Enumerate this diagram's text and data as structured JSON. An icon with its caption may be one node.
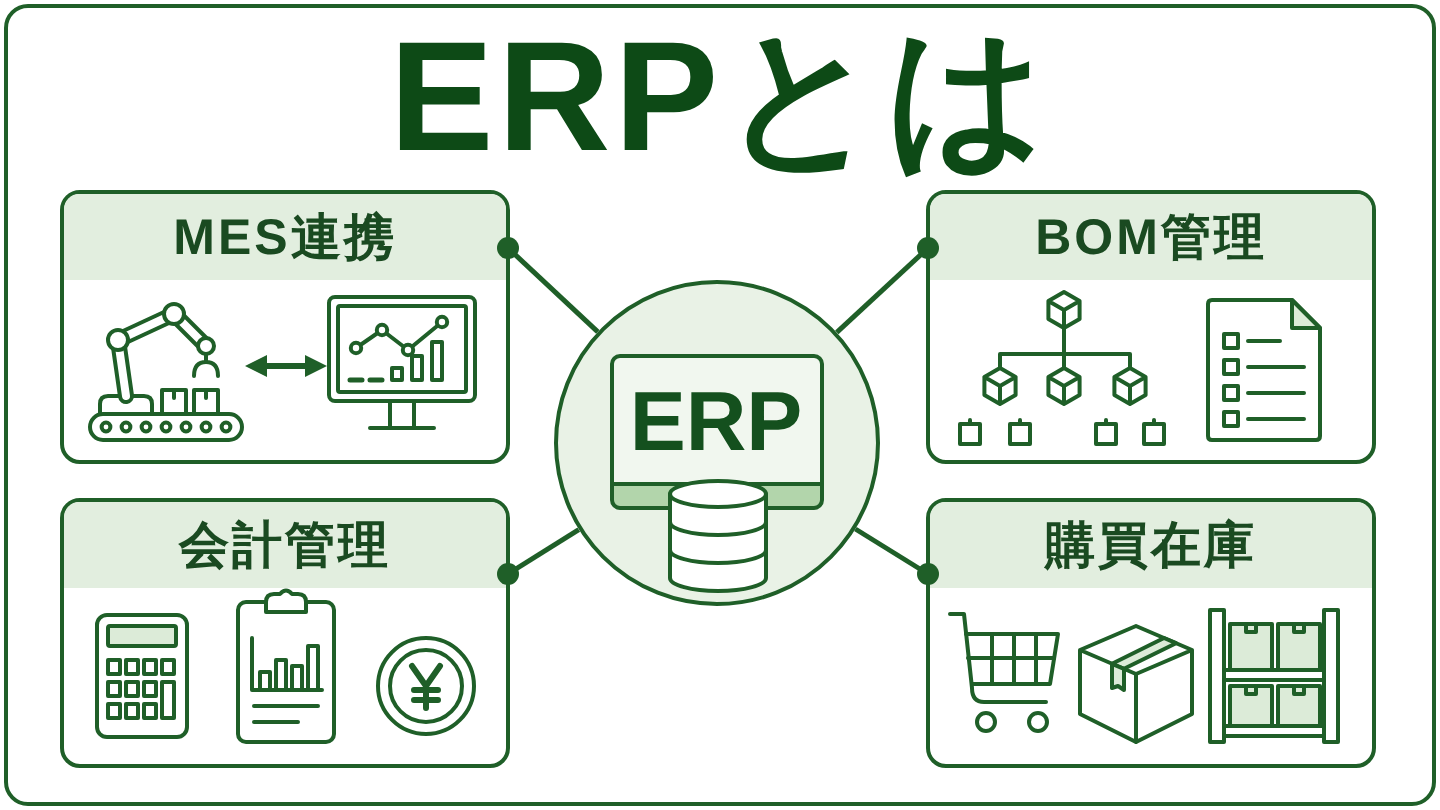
{
  "diagram": {
    "title": "ERPとは",
    "nodes": [
      {
        "text": [
          "MES連携"
        ]
      },
      {
        "text": [],
        "shape": "picture",
        "in": 0
      },
      {
        "text": [],
        "shape": "picture",
        "in": 0
      },
      {
        "text": [
          "BOM管理"
        ]
      },
      {
        "text": [
          "ERP"
        ]
      },
      {
        "text": [
          "会計管理"
        ]
      },
      {
        "text": [
          "購買在庫"
        ]
      }
    ],
    "edges": [
      {
        "from": 4,
        "to": 0,
        "arrow": "other"
      },
      {
        "from": 4,
        "to": 3,
        "arrow": "other"
      },
      {
        "from": 4,
        "to": 5,
        "arrow": "other"
      },
      {
        "from": 4,
        "to": 6,
        "arrow": "other"
      },
      {
        "from": 1,
        "to": 2,
        "arrow": "both"
      }
    ]
  }
}
